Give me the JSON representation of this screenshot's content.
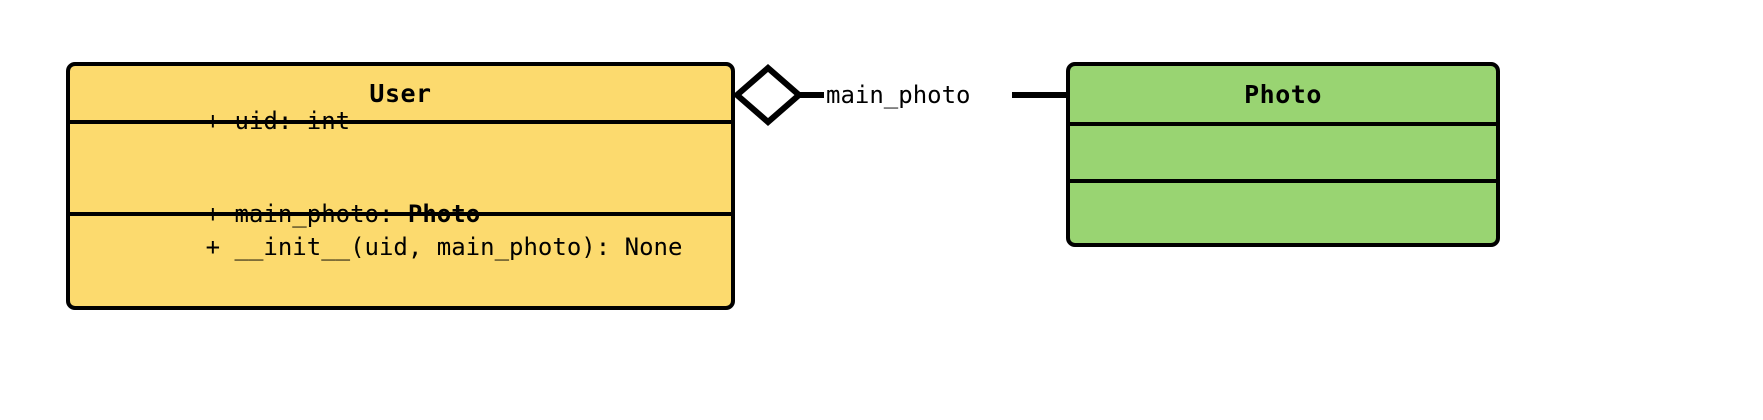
{
  "diagram": {
    "type": "uml-class-diagram",
    "background_color": "#ffffff",
    "stroke_color": "#000000",
    "classes": [
      {
        "name": "User",
        "fill_color": "#fcda6e",
        "attributes": [
          {
            "visibility": "+",
            "text": "+ uid: int",
            "prefix": "+ uid: int",
            "type_suffix": ""
          },
          {
            "visibility": "+",
            "text": "+ main_photo: Photo",
            "prefix": "+ main_photo: ",
            "type_suffix": "Photo"
          }
        ],
        "methods": [
          {
            "visibility": "+",
            "text": "+ __init__(uid, main_photo): None"
          }
        ]
      },
      {
        "name": "Photo",
        "fill_color": "#99d472",
        "attributes": [],
        "methods": []
      }
    ],
    "relationships": [
      {
        "kind": "aggregation",
        "source": "User",
        "target": "Photo",
        "label": "main_photo",
        "source_marker": "hollow-diamond",
        "target_marker": "none"
      }
    ]
  }
}
